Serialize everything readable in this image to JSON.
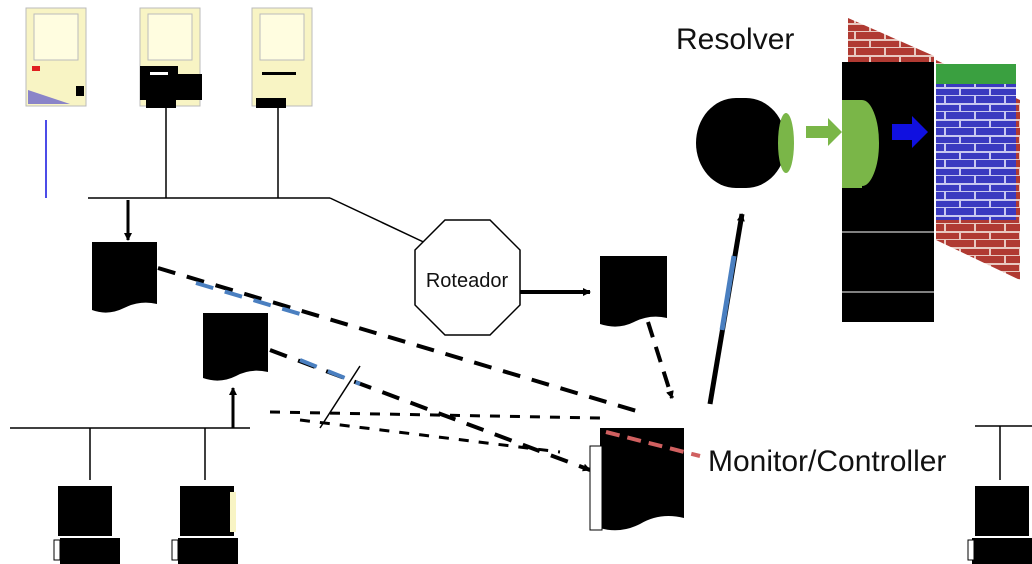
{
  "labels": {
    "router": "Roteador",
    "resolver": "Resolver",
    "monitor": "Monitor/Controller"
  },
  "colors": {
    "background": "#ffffff",
    "node_fill": "#000000",
    "line": "#000000",
    "blue_dash": "#4a7fc0",
    "red_dash": "#d06060",
    "green": "#7ab648",
    "arrow_blue": "#1010e0",
    "mac_beige": "#f8f4c4",
    "brick_red": "#b03a32",
    "brick_blue": "#3a3ac0",
    "wall_green": "#3aa040"
  },
  "icons": [
    "mac-computer-icon",
    "pc-computer-icon",
    "document-icon",
    "cylinder-icon",
    "firewall-icon",
    "arrow-icon"
  ]
}
